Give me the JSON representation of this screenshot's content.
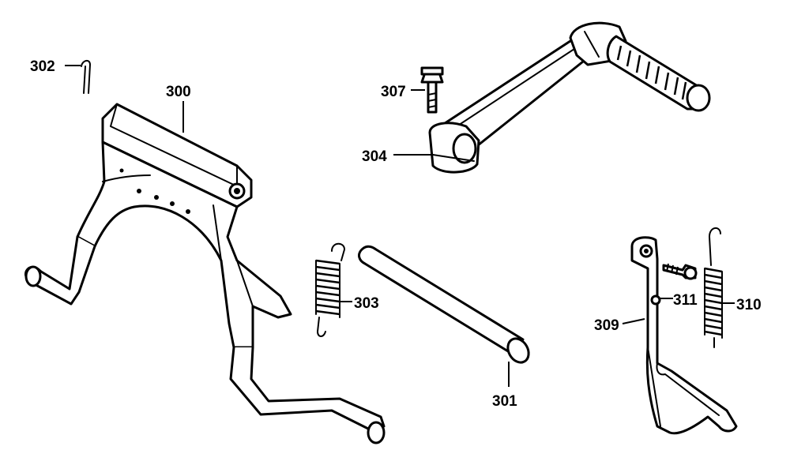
{
  "parts": [
    {
      "id": "p300",
      "number": "300"
    },
    {
      "id": "p301",
      "number": "301"
    },
    {
      "id": "p302",
      "number": "302"
    },
    {
      "id": "p303",
      "number": "303"
    },
    {
      "id": "p304",
      "number": "304"
    },
    {
      "id": "p307",
      "number": "307"
    },
    {
      "id": "p309",
      "number": "309"
    },
    {
      "id": "p310",
      "number": "310"
    },
    {
      "id": "p311",
      "number": "311"
    }
  ]
}
